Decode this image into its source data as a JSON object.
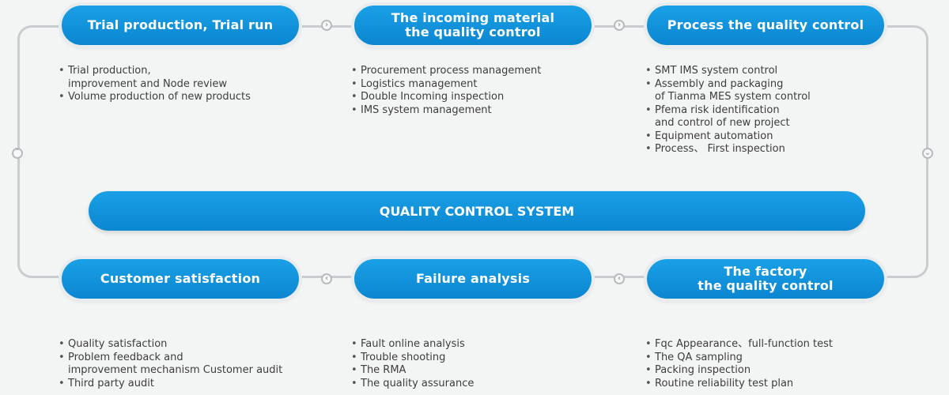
{
  "center_label": "QUALITY CONTROL SYSTEM",
  "stages": [
    {
      "id": "trial",
      "label": "Trial production, Trial run",
      "items": [
        "Trial production,\nimprovement and Node review",
        "Volume production of new products"
      ]
    },
    {
      "id": "incoming",
      "label": "The incoming material\nthe quality control",
      "items": [
        "Procurement process management",
        "Logistics management",
        "Double Incoming inspection",
        "IMS system management"
      ]
    },
    {
      "id": "process",
      "label": "Process the quality control",
      "items": [
        "SMT IMS system control",
        "Assembly and packaging\nof Tianma MES system  control",
        "Pfema risk identification\nand control of new project",
        "Equipment automation",
        "Process、 First inspection"
      ]
    },
    {
      "id": "customer",
      "label": "Customer satisfaction",
      "items": [
        "Quality satisfaction",
        "Problem feedback and\nimprovement mechanism Customer audit",
        "Third party audit"
      ]
    },
    {
      "id": "failure",
      "label": "Failure analysis",
      "items": [
        "Fault online analysis",
        "Trouble shooting",
        "The RMA",
        "The quality assurance"
      ]
    },
    {
      "id": "factory",
      "label": "The factory\nthe quality control",
      "items": [
        "Fqc Appearance、full-function  test",
        "The QA sampling",
        "Packing inspection",
        "Routine reliability test plan"
      ]
    }
  ],
  "colors": {
    "pill": "#0b8fd8",
    "loop": "#c9cdcf",
    "text": "#3d3d3d",
    "background": "#f3f4f4"
  }
}
